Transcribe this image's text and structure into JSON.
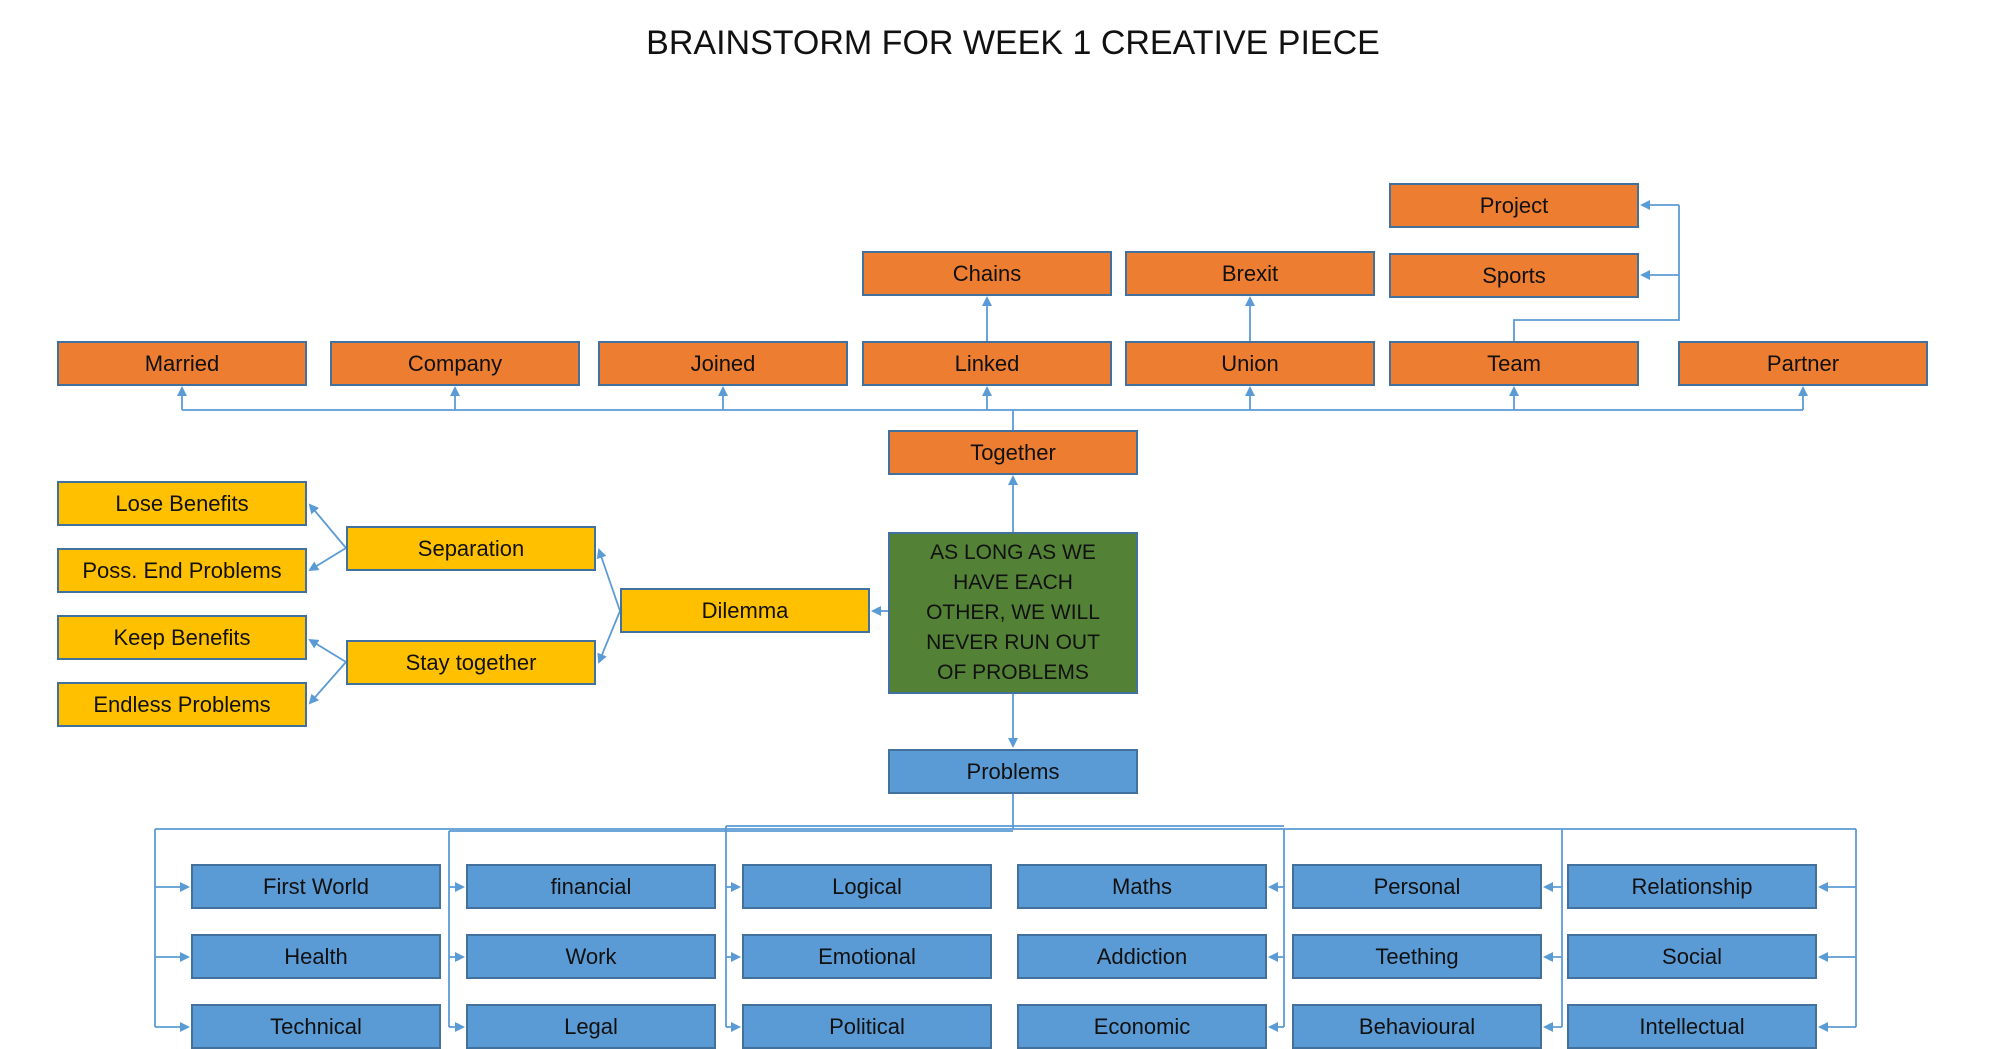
{
  "title": "BRAINSTORM FOR WEEK 1 CREATIVE PIECE",
  "colors": {
    "together_branch": "#ed7d31",
    "dilemma_branch": "#ffc000",
    "problems_branch": "#5b9bd5",
    "central": "#538135",
    "border": "#41719c",
    "connector": "#5b9bd5"
  },
  "central": "AS LONG AS WE HAVE EACH OTHER, WE WILL NEVER RUN OUT OF PROBLEMS",
  "together": {
    "label": "Together",
    "children": [
      "Married",
      "Company",
      "Joined",
      "Linked",
      "Union",
      "Team",
      "Partner"
    ],
    "linked_children": [
      "Chains"
    ],
    "union_children": [
      "Brexit"
    ],
    "team_children": [
      "Project",
      "Sports"
    ]
  },
  "dilemma": {
    "label": "Dilemma",
    "separation": {
      "label": "Separation",
      "children": [
        "Lose Benefits",
        "Poss. End Problems"
      ]
    },
    "stay_together": {
      "label": "Stay together",
      "children": [
        "Keep Benefits",
        "Endless Problems"
      ]
    }
  },
  "problems": {
    "label": "Problems",
    "columns": [
      [
        "First World",
        "Health",
        "Technical"
      ],
      [
        "financial",
        "Work",
        "Legal"
      ],
      [
        "Logical",
        "Emotional",
        "Political"
      ],
      [
        "Maths",
        "Addiction",
        "Economic"
      ],
      [
        "Personal",
        "Teething",
        "Behavioural"
      ],
      [
        "Relationship",
        "Social",
        "Intellectual"
      ]
    ]
  }
}
